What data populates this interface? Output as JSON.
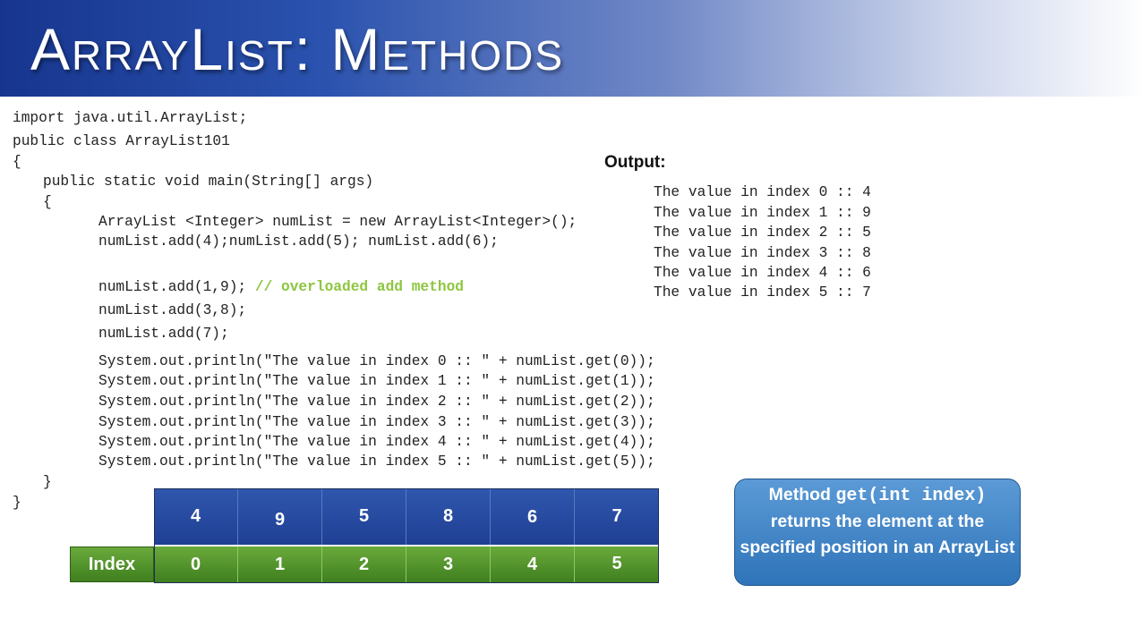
{
  "slide": {
    "title": "ArrayList: Methods"
  },
  "code_lines": [
    "import java.util.ArrayList;",
    "public class ArrayList101",
    "{",
    "public static void main(String[] args)",
    "{",
    "ArrayList <Integer> numList = new ArrayList<Integer>();",
    "numList.add(4);numList.add(5); numList.add(6);",
    "numList.add(1,9); ",
    "numList.add(3,8);",
    "numList.add(7);",
    "System.out.println(\"The value in index 0 :: \" + numList.get(0));",
    "System.out.println(\"The value in index 1 :: \" + numList.get(1));",
    "System.out.println(\"The value in index 2 :: \" + numList.get(2));",
    "System.out.println(\"The value in index 3 :: \" + numList.get(3));",
    "System.out.println(\"The value in index 4 :: \" + numList.get(4));",
    "System.out.println(\"The value in index 5 :: \" + numList.get(5));",
    "}",
    "}"
  ],
  "code_comment": "// overloaded add method",
  "output": {
    "label": "Output:",
    "lines": [
      "The value in index 0 :: 4",
      "The value in index 1 :: 9",
      "The value in index 2 :: 5",
      "The value in index 3 :: 8",
      "The value in index 4 :: 6",
      "The value in index 5 :: 7"
    ]
  },
  "array_table": {
    "index_header": "Index",
    "values": [
      "4",
      "9",
      "5",
      "8",
      "6",
      "7"
    ],
    "indices": [
      "0",
      "1",
      "2",
      "3",
      "4",
      "5"
    ]
  },
  "callout": {
    "prefix": "Method ",
    "signature": "get(int index)",
    "text": "returns the element at the specified position in an ArrayList"
  },
  "colors": {
    "banner_blue": "#17358e",
    "comment_green": "#8dc63f",
    "value_cell_blue": "#2f57ad",
    "index_cell_green": "#4f8f2a",
    "callout_blue": "#3f82c4"
  }
}
